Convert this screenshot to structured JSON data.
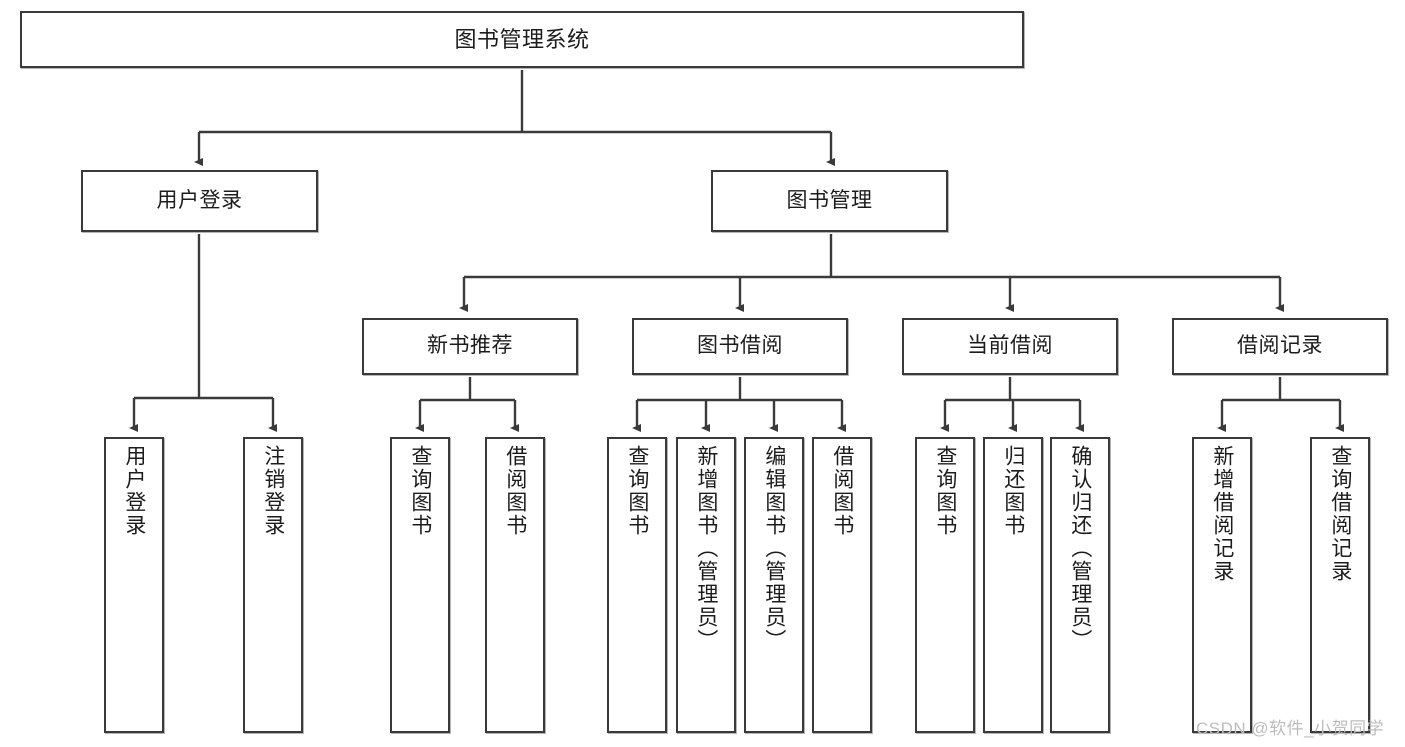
{
  "diagram": {
    "title": "图书管理系统",
    "type": "tree",
    "watermark": "CSDN @软件_小贺同学"
  },
  "root": {
    "label": "图书管理系统"
  },
  "level2": [
    {
      "label": "用户登录"
    },
    {
      "label": "图书管理"
    }
  ],
  "level3": [
    {
      "label": "新书推荐"
    },
    {
      "label": "图书借阅"
    },
    {
      "label": "当前借阅"
    },
    {
      "label": "借阅记录"
    }
  ],
  "leaves": {
    "user_login": [
      {
        "label": "用户登录"
      },
      {
        "label": "注销登录"
      }
    ],
    "new_book_recommend": [
      {
        "label": "查询图书"
      },
      {
        "label": "借阅图书"
      }
    ],
    "book_borrow": [
      {
        "label": "查询图书"
      },
      {
        "label": "新增图书（管理员）"
      },
      {
        "label": "编辑图书（管理员）"
      },
      {
        "label": "借阅图书"
      }
    ],
    "current_borrow": [
      {
        "label": "查询图书"
      },
      {
        "label": "归还图书"
      },
      {
        "label": "确认归还（管理员）"
      }
    ],
    "borrow_records": [
      {
        "label": "新增借阅记录"
      },
      {
        "label": "查询借阅记录"
      }
    ]
  },
  "colors": {
    "border": "#3a3a3a",
    "text": "#1c1c1c",
    "background": "#ffffff",
    "watermark": "#bdbdbd"
  }
}
